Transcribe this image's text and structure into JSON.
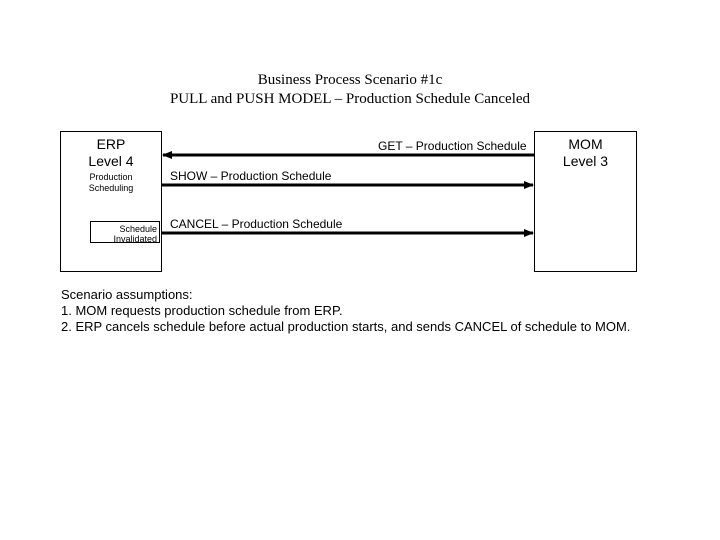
{
  "title": {
    "line1": "Business Process Scenario #1c",
    "line2": "PULL and PUSH MODEL – Production Schedule Canceled"
  },
  "erp": {
    "name": "ERP",
    "level": "Level 4",
    "sub1": "Production",
    "sub2": "Scheduling",
    "invalid1": "Schedule",
    "invalid2": "Invalidated"
  },
  "mom": {
    "name": "MOM",
    "level": "Level 3"
  },
  "messages": {
    "get": "GET – Production Schedule",
    "show": "SHOW – Production Schedule",
    "cancel": "CANCEL – Production Schedule"
  },
  "assumptions": {
    "heading": "Scenario assumptions:",
    "item1": "1. MOM requests production schedule from ERP.",
    "item2": "2. ERP cancels schedule before actual production starts, and sends CANCEL of schedule to MOM."
  }
}
